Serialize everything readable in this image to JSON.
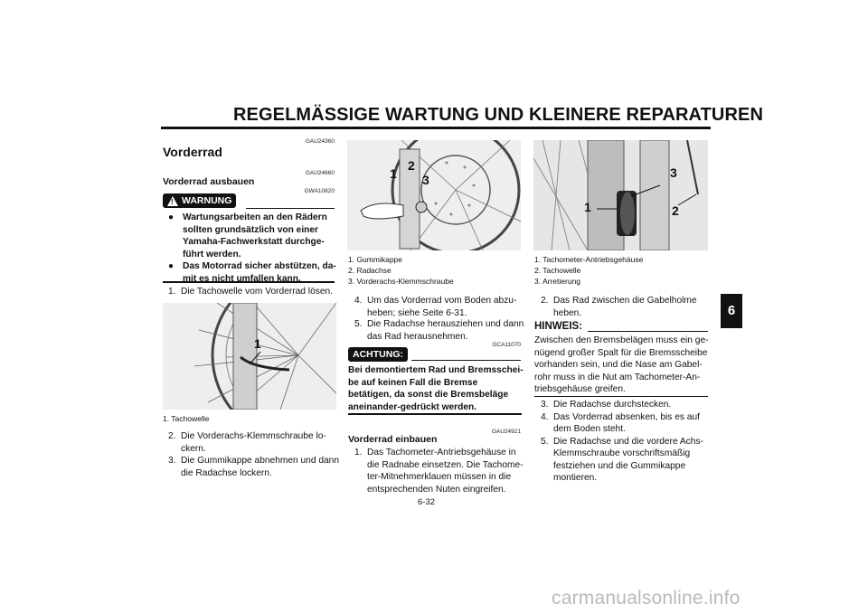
{
  "header": {
    "title": "REGELMÄSSIGE WARTUNG UND KLEINERE REPARATUREN"
  },
  "chapter_tab": "6",
  "col1": {
    "code1": "GAU24360",
    "section_title": "Vorderrad",
    "code2": "GAU24660",
    "subsection_title": "Vorderrad ausbauen",
    "code3": "GWA10820",
    "warning_label": "WARNUNG",
    "warning_items": [
      "Wartungsarbeiten an den Rädern sollten grundsätzlich von einer Yamaha-Fachwerkstatt durchge-führt werden.",
      "Das Motorrad sicher abstützen, da-mit es nicht umfallen kann."
    ],
    "step1": {
      "num": "1.",
      "text": "Die Tachowelle vom Vorderrad lösen."
    },
    "photo1_callout": "1",
    "caption1": "1. Tachowelle",
    "step2": {
      "num": "2.",
      "text": "Die Vorderachs-Klemmschraube lo-ckern."
    },
    "step3": {
      "num": "3.",
      "text": "Die Gummikappe abnehmen und dann die Radachse lockern."
    }
  },
  "col2": {
    "photo2_callouts": [
      "1",
      "2",
      "3"
    ],
    "captions": [
      "1. Gummikappe",
      "2. Radachse",
      "3. Vorderachs-Klemmschraube"
    ],
    "step4": {
      "num": "4.",
      "text": "Um das Vorderrad vom Boden abzu-heben; siehe Seite 6-31."
    },
    "step5": {
      "num": "5.",
      "text": "Die Radachse herausziehen und dann das Rad herausnehmen."
    },
    "code4": "GCA11070",
    "caution_label": "ACHTUNG:",
    "caution_text": "Bei demontiertem Rad und Bremsschei-be auf keinen Fall die Bremse betätigen, da sonst die Bremsbeläge aneinander-gedrückt werden.",
    "code5": "GAU24921",
    "subsection_title": "Vorderrad einbauen",
    "step1": {
      "num": "1.",
      "text": "Das Tachometer-Antriebsgehäuse in die Radnabe einsetzen. Die Tachome-ter-Mitnehmerklauen müssen in die entsprechenden Nuten eingreifen."
    }
  },
  "col3": {
    "photo3_callouts": [
      "1",
      "2",
      "3"
    ],
    "captions": [
      "1. Tachometer-Antriebsgehäuse",
      "2. Tachowelle",
      "3. Arretierung"
    ],
    "step2": {
      "num": "2.",
      "text": "Das Rad zwischen die Gabelholme heben."
    },
    "note_label": "HINWEIS:",
    "note_text": "Zwischen den Bremsbelägen muss ein ge-nügend großer Spalt für die Bremsscheibe vorhanden sein, und die Nase am Gabel-rohr muss in die Nut am Tachometer-An-triebsgehäuse greifen.",
    "steps": [
      {
        "num": "3.",
        "text": "Die Radachse durchstecken."
      },
      {
        "num": "4.",
        "text": "Das Vorderrad absenken, bis es auf dem Boden steht."
      },
      {
        "num": "5.",
        "text": "Die Radachse und die vordere Achs-Klemmschraube vorschriftsmäßig festziehen und die Gummikappe montieren."
      }
    ]
  },
  "footer": {
    "page_number": "6-32"
  },
  "watermark": "carmanualsonline.info"
}
